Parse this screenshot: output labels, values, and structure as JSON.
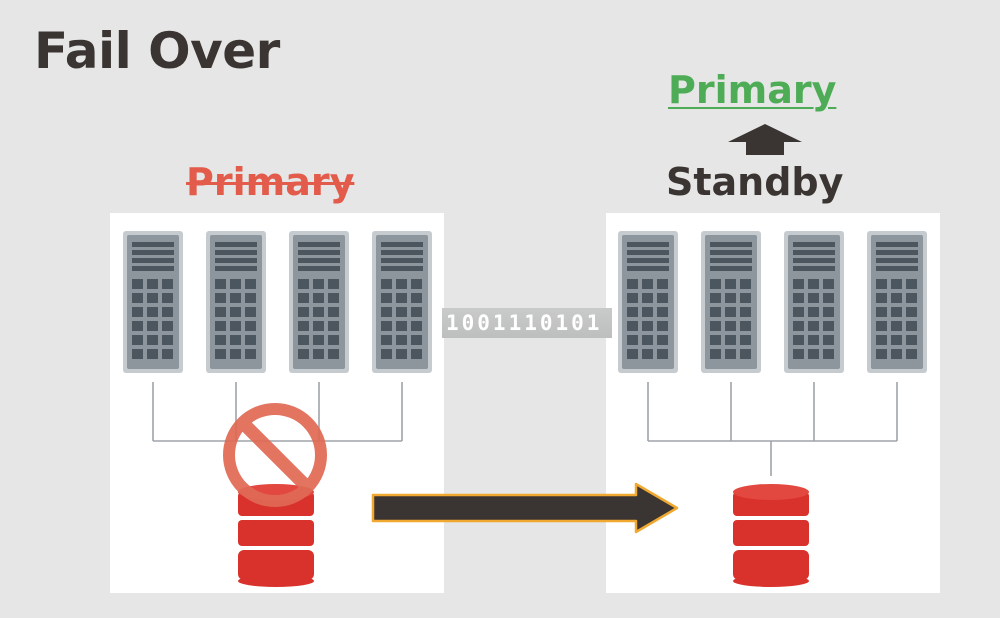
{
  "title": "Fail Over",
  "left_site": {
    "role_label": "Primary",
    "status": "failed",
    "server_count": 4
  },
  "right_site": {
    "role_label": "Standby",
    "promoted_label": "Primary",
    "server_count": 4
  },
  "replication_stream_text": "1001110101",
  "colors": {
    "background": "#e5e6e5",
    "title": "#3a3432",
    "failed_label": "#e35b4a",
    "promoted_label": "#4dac55",
    "database": "#d9312b",
    "arrow_fill": "#3a3432",
    "arrow_outline": "#f0a830",
    "prohibited": "#e06a55",
    "server": "#8d969d"
  },
  "icons": [
    "server-icon",
    "database-icon",
    "prohibited-icon",
    "up-arrow-icon",
    "right-arrow-icon"
  ]
}
